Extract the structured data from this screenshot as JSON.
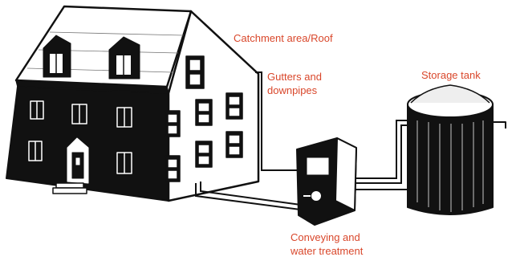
{
  "labels": {
    "catchment": "Catchment area/Roof",
    "gutters": "Gutters and\ndownpipes",
    "storage": "Storage tank",
    "conveying": "Conveying and\nwater treatment"
  },
  "colors": {
    "label_text": "#d9472b",
    "ink": "#111111",
    "paper": "#ffffff"
  }
}
